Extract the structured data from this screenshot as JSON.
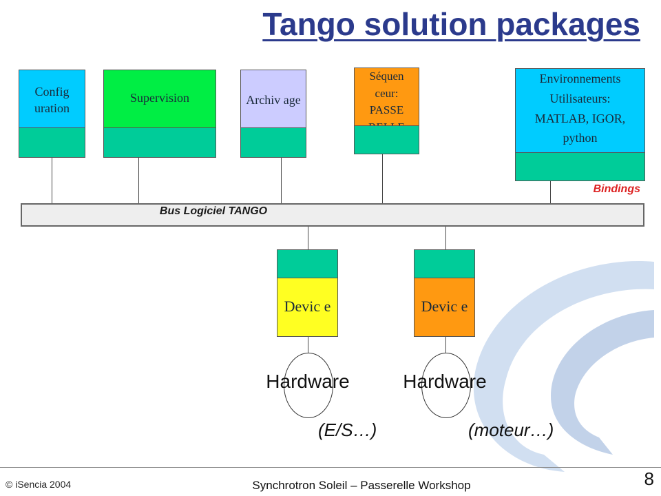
{
  "title": "Tango solution packages",
  "packages": {
    "configuration": {
      "label": "Config uration",
      "color": "#00ccff"
    },
    "supervision": {
      "label": "Supervision",
      "color": "#00ee44"
    },
    "archivage": {
      "label": "Archiv age",
      "color": "#ccccff"
    },
    "sequenceur": {
      "label": "Séquen ceur: PASSE RELLE",
      "color": "#ff9911"
    },
    "environnements": {
      "label": "Environnements Utilisateurs: MATLAB, IGOR, python",
      "color": "#00ccff"
    }
  },
  "bus": {
    "label": "Bus Logiciel TANGO"
  },
  "bindings": "Bindings",
  "devices": [
    {
      "label": "Devic e",
      "color": "#ffff22",
      "hardware": "Hardware",
      "sublabel": "(E/S…)"
    },
    {
      "label": "Devic e",
      "color": "#ff9911",
      "hardware": "Hardware",
      "sublabel": "(moteur…)"
    }
  ],
  "footer": {
    "copyright": "© iSencia 2004",
    "center": "Synchrotron Soleil – Passerelle Workshop",
    "page": "8"
  }
}
